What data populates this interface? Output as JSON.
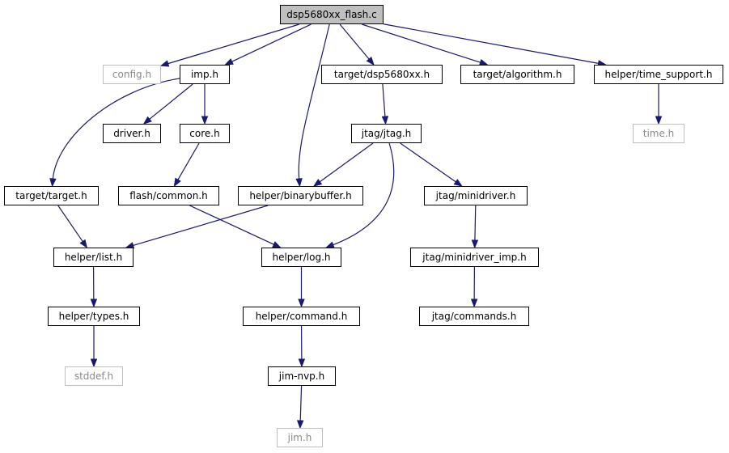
{
  "diagram": {
    "nodes": [
      {
        "id": "root",
        "label": "dsp5680xx_flash.c",
        "style": "root"
      },
      {
        "id": "config",
        "label": "config.h",
        "style": "ext"
      },
      {
        "id": "imp",
        "label": "imp.h",
        "style": "normal"
      },
      {
        "id": "dsp",
        "label": "target/dsp5680xx.h",
        "style": "normal"
      },
      {
        "id": "algorithm",
        "label": "target/algorithm.h",
        "style": "normal"
      },
      {
        "id": "timesupport",
        "label": "helper/time_support.h",
        "style": "normal"
      },
      {
        "id": "driver",
        "label": "driver.h",
        "style": "normal"
      },
      {
        "id": "core",
        "label": "core.h",
        "style": "normal"
      },
      {
        "id": "jtag",
        "label": "jtag/jtag.h",
        "style": "normal"
      },
      {
        "id": "time",
        "label": "time.h",
        "style": "ext"
      },
      {
        "id": "target",
        "label": "target/target.h",
        "style": "normal"
      },
      {
        "id": "common",
        "label": "flash/common.h",
        "style": "normal"
      },
      {
        "id": "binbuf",
        "label": "helper/binarybuffer.h",
        "style": "normal"
      },
      {
        "id": "minidriver",
        "label": "jtag/minidriver.h",
        "style": "normal"
      },
      {
        "id": "list",
        "label": "helper/list.h",
        "style": "normal"
      },
      {
        "id": "log",
        "label": "helper/log.h",
        "style": "normal"
      },
      {
        "id": "minidriverimp",
        "label": "jtag/minidriver_imp.h",
        "style": "normal"
      },
      {
        "id": "types",
        "label": "helper/types.h",
        "style": "normal"
      },
      {
        "id": "command",
        "label": "helper/command.h",
        "style": "normal"
      },
      {
        "id": "commands",
        "label": "jtag/commands.h",
        "style": "normal"
      },
      {
        "id": "stddef",
        "label": "stddef.h",
        "style": "ext"
      },
      {
        "id": "jimnvp",
        "label": "jim-nvp.h",
        "style": "normal"
      },
      {
        "id": "jim",
        "label": "jim.h",
        "style": "ext"
      }
    ],
    "edges": [
      {
        "from": "root",
        "to": "config"
      },
      {
        "from": "root",
        "to": "imp"
      },
      {
        "from": "root",
        "to": "binbuf"
      },
      {
        "from": "root",
        "to": "dsp"
      },
      {
        "from": "root",
        "to": "algorithm"
      },
      {
        "from": "root",
        "to": "timesupport"
      },
      {
        "from": "imp",
        "to": "target"
      },
      {
        "from": "imp",
        "to": "driver"
      },
      {
        "from": "imp",
        "to": "core"
      },
      {
        "from": "core",
        "to": "common"
      },
      {
        "from": "dsp",
        "to": "jtag"
      },
      {
        "from": "jtag",
        "to": "binbuf"
      },
      {
        "from": "jtag",
        "to": "log"
      },
      {
        "from": "jtag",
        "to": "minidriver"
      },
      {
        "from": "timesupport",
        "to": "time"
      },
      {
        "from": "target",
        "to": "list"
      },
      {
        "from": "binbuf",
        "to": "list"
      },
      {
        "from": "common",
        "to": "log"
      },
      {
        "from": "minidriver",
        "to": "minidriverimp"
      },
      {
        "from": "list",
        "to": "types"
      },
      {
        "from": "log",
        "to": "command"
      },
      {
        "from": "minidriverimp",
        "to": "commands"
      },
      {
        "from": "types",
        "to": "stddef"
      },
      {
        "from": "command",
        "to": "jimnvp"
      },
      {
        "from": "jimnvp",
        "to": "jim"
      }
    ]
  },
  "colors": {
    "edge": "#191970",
    "external_border": "#bfbfbf",
    "external_text": "#8a8a8a",
    "root_fill": "#bfbfbf"
  }
}
